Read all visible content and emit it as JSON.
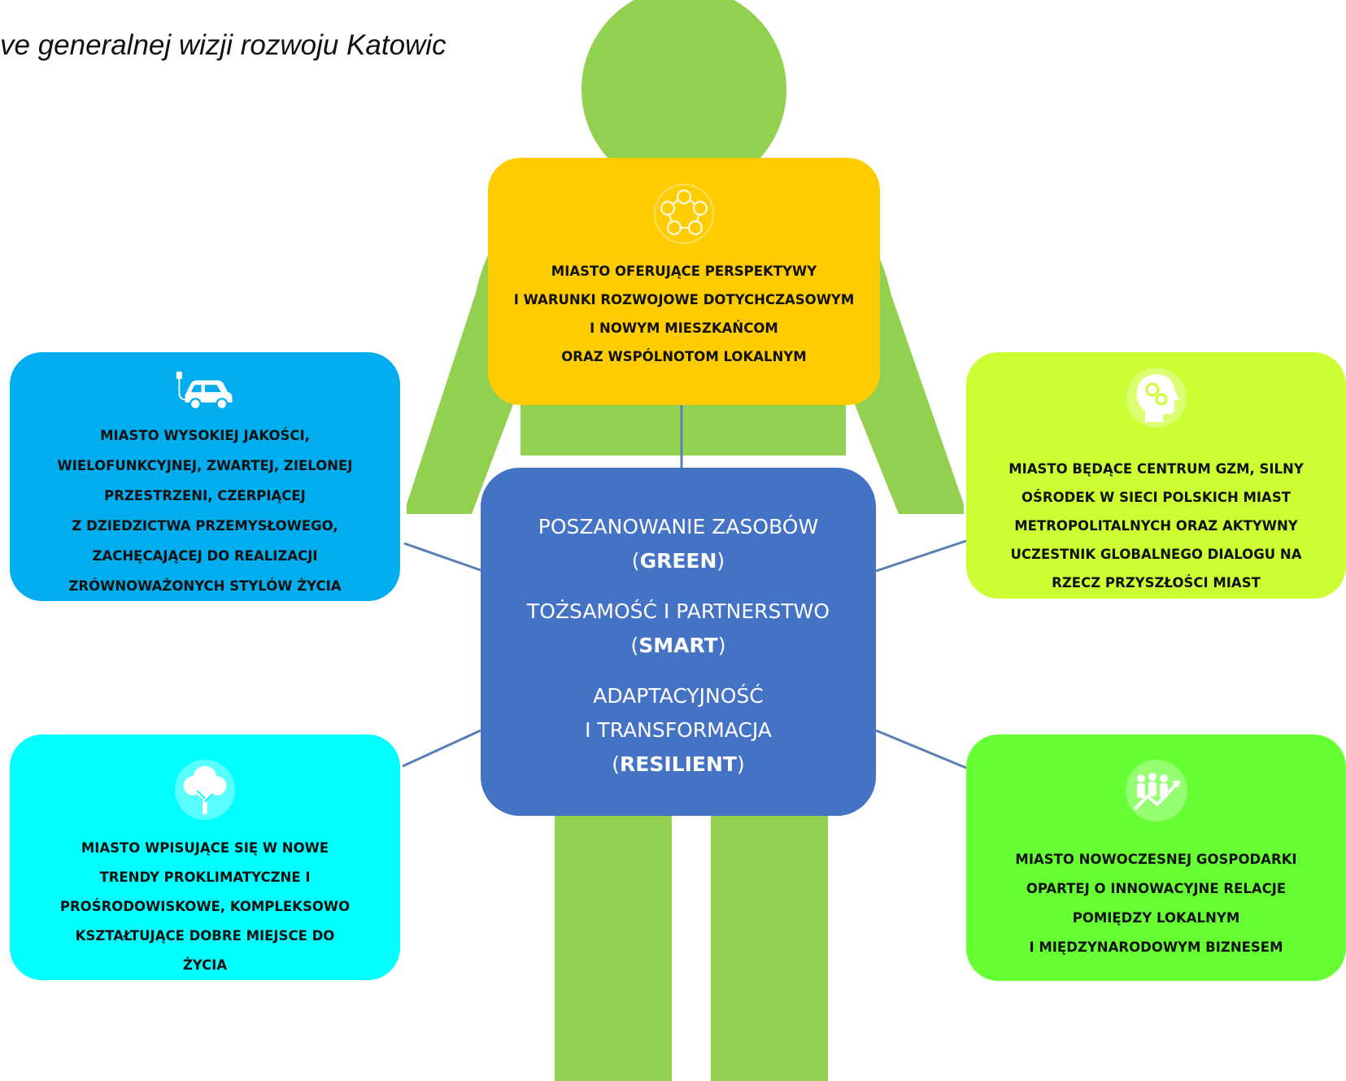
{
  "title": "ve generalnej wizji rozwoju Katowic",
  "center": {
    "pillars": [
      {
        "label": "POSZANOWANIE ZASOBÓW",
        "tag": "GREEN"
      },
      {
        "label": "TOŻSAMOŚĆ I PARTNERSTWO",
        "tag": "SMART"
      },
      {
        "label": "ADAPTACYJNOŚĆ\nI  TRANSFORMACJA",
        "tag": "RESILIENT"
      }
    ]
  },
  "boxes": {
    "top": {
      "icon": "network-people-icon",
      "text": "MIASTO OFERUJĄCE PERSPEKTYWY\nI WARUNKI ROZWOJOWE DOTYCHCZASOWYM\nI NOWYM MIESZKAŃCOM\nORAZ WSPÓLNOTOM LOKALNYM"
    },
    "left1": {
      "icon": "electric-car-icon",
      "text": "MIASTO WYSOKIEJ JAKOŚCI,\nWIELOFUNKCYJNEJ, ZWARTEJ, ZIELONEJ\nPRZESTRZENI, CZERPIĄCEJ\nZ DZIEDZICTWA PRZEMYSŁOWEGO,\nZACHĘCAJĄCEJ DO REALIZACJI\nZRÓWNOWAŻONYCH STYLÓW ŻYCIA"
    },
    "left2": {
      "icon": "tree-icon",
      "text": "MIASTO WPISUJĄCE SIĘ W NOWE\nTRENDY PROKLIMATYCZNE I\nPROŚRODOWISKOWE, KOMPLEKSOWO\nKSZTAŁTUJĄCE DOBRE MIEJSCE DO\nŻYCIA"
    },
    "right1": {
      "icon": "head-gears-icon",
      "text": "MIASTO BĘDĄCE CENTRUM GZM, SILNY\nOŚRODEK W SIECI POLSKICH MIAST\nMETROPOLITALNYCH ORAZ AKTYWNY\nUCZESTNIK GLOBALNEGO DIALOGU NA\nRZECZ PRZYSZŁOŚCI MIAST"
    },
    "right2": {
      "icon": "people-growth-icon",
      "text": "MIASTO NOWOCZESNEJ GOSPODARKI\nOPARTEJ  O INNOWACYJNE RELACJE\nPOMIĘDZY LOKALNYM\nI MIĘDZYNARODOWYM BIZNESEM"
    }
  },
  "colors": {
    "figure": "#92d050",
    "top": "#ffcc00",
    "left1": "#00aeef",
    "left2": "#00ffff",
    "right1": "#ccff33",
    "right2": "#66ff33",
    "center": "#4472c4",
    "connector": "#5b7fb5"
  }
}
